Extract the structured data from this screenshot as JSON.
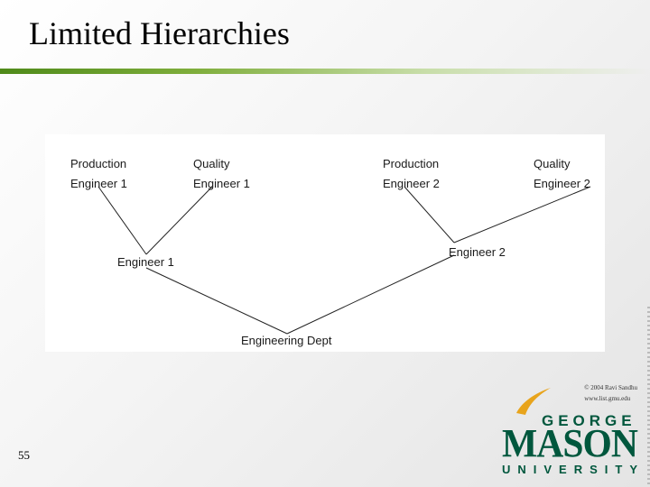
{
  "slide": {
    "title": "Limited Hierarchies",
    "page_number": "55"
  },
  "footer": {
    "copyright_line1": "© 2004 Ravi Sandhu",
    "copyright_line2": "www.list.gmu.edu"
  },
  "logo": {
    "line1": "GEORGE",
    "line2": "MASON",
    "line3": "UNIVERSITY",
    "colors": {
      "green": "#00573d",
      "gold": "#e8a41c"
    }
  },
  "diagram": {
    "nodes": {
      "prod1_a": "Production",
      "prod1_b": "Engineer 1",
      "qual1_a": "Quality",
      "qual1_b": "Engineer 1",
      "prod2_a": "Production",
      "prod2_b": "Engineer 2",
      "qual2_a": "Quality",
      "qual2_b": "Engineer 2",
      "eng1": "Engineer 1",
      "eng2": "Engineer 2",
      "dept": "Engineering Dept"
    }
  }
}
